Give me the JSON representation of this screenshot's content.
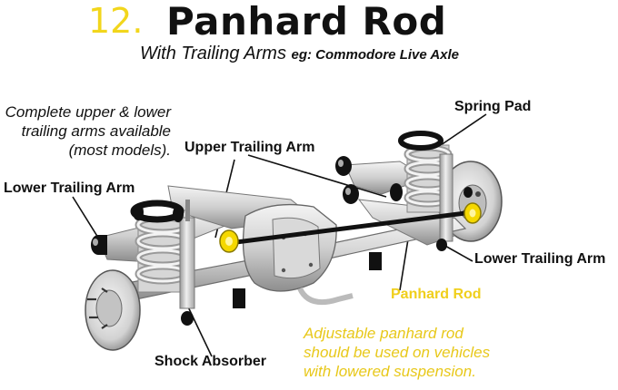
{
  "title": {
    "number": "12.",
    "main": "Panhard Rod"
  },
  "subtitle": {
    "text": "With Trailing Arms",
    "example": "eg: Commodore Live Axle"
  },
  "notes": {
    "arms_lines": [
      "Complete upper & lower",
      "trailing arms available",
      "(most models)."
    ],
    "adjustable_lines": [
      "Adjustable panhard rod",
      "should be used on vehicles",
      "with lowered suspension."
    ]
  },
  "labels": {
    "spring_pad": "Spring Pad",
    "upper_trailing_arm": "Upper Trailing Arm",
    "lower_trailing_arm_left": "Lower Trailing Arm",
    "lower_trailing_arm_right": "Lower Trailing Arm",
    "panhard_rod": "Panhard Rod",
    "shock_absorber": "Shock Absorber"
  },
  "colors": {
    "accent_yellow": "#f2d61c",
    "bushing_yellow": "#f5d800",
    "metal_light": "#e6e6e6",
    "metal_mid": "#b9b9b9",
    "metal_dark": "#7a7a7a",
    "bushing_black": "#111111"
  }
}
